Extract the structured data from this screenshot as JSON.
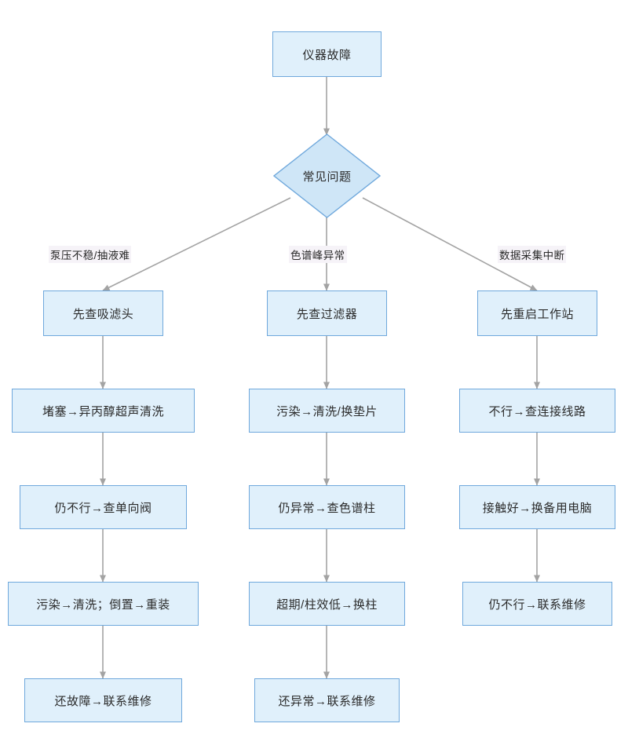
{
  "diagram": {
    "title_node": {
      "label": "仪器故障"
    },
    "decision_node": {
      "label": "常见问题"
    },
    "branch_labels": {
      "left": "泵压不稳/抽液难",
      "middle": "色谱峰异常",
      "right": "数据采集中断"
    },
    "columns": [
      {
        "name": "pump-pressure-branch",
        "steps": [
          "先查吸滤头",
          "堵塞→异丙醇超声清洗",
          "仍不行→查单向阀",
          "污染→清洗；倒置→重装",
          "还故障→联系维修"
        ]
      },
      {
        "name": "chromatogram-peak-branch",
        "steps": [
          "先查过滤器",
          "污染→清洗/换垫片",
          "仍异常→查色谱柱",
          "超期/柱效低→换柱",
          "还异常→联系维修"
        ]
      },
      {
        "name": "data-acquisition-branch",
        "steps": [
          "先重启工作站",
          "不行→查连接线路",
          "接触好→换备用电脑",
          "仍不行→联系维修"
        ]
      }
    ],
    "colors": {
      "node_fill": "#e0f0fb",
      "node_border": "#6fa8dc",
      "edge_line": "#a3a3a3",
      "text": "#2b2b2b",
      "label_bg": "#f6f3f8",
      "background": "#ffffff"
    }
  }
}
